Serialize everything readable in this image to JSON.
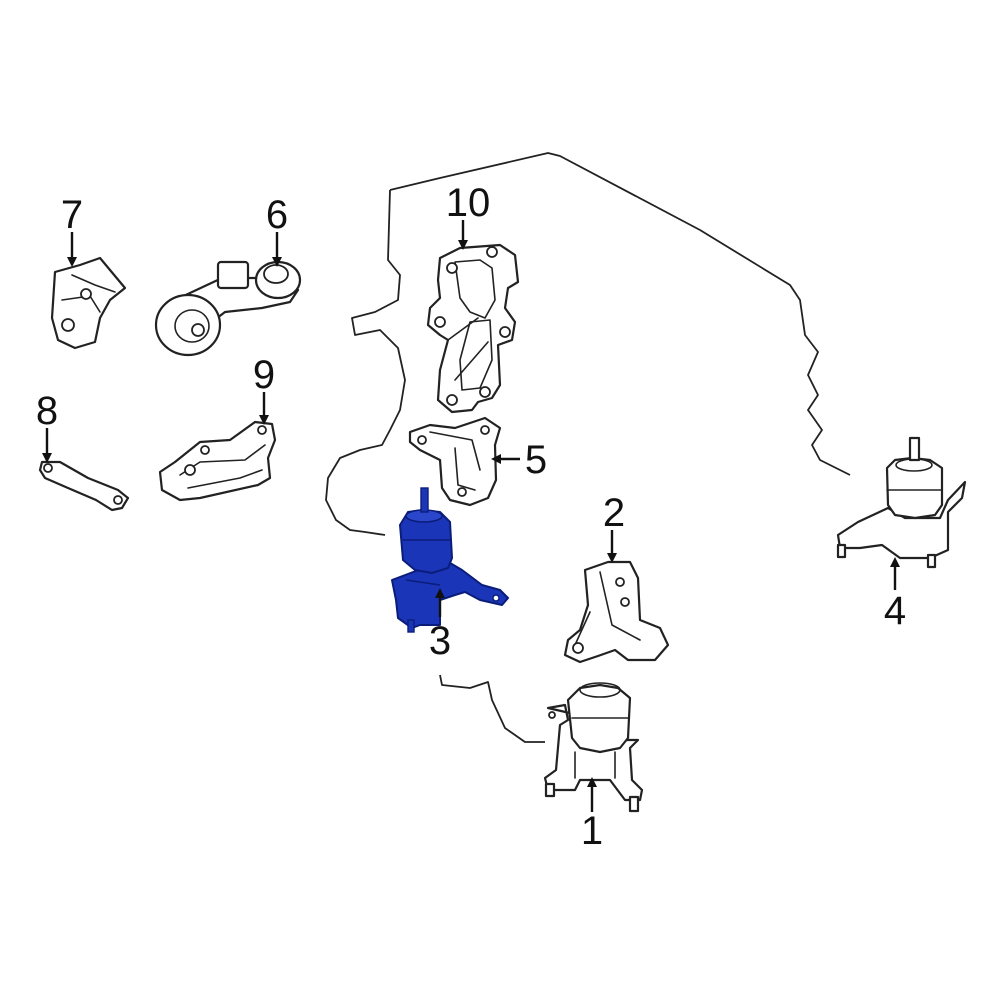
{
  "callouts": {
    "p1": "1",
    "p2": "2",
    "p3": "3",
    "p4": "4",
    "p5": "5",
    "p6": "6",
    "p7": "7",
    "p8": "8",
    "p9": "9",
    "p10": "10"
  },
  "colors": {
    "highlight": "#1a35b8",
    "highlight_dark": "#0b1d7a",
    "line": "#222222"
  }
}
